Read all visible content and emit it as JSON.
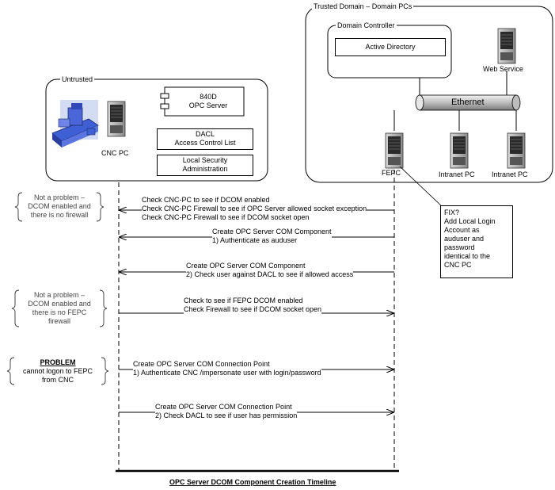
{
  "domains": {
    "trusted_title": "Trusted Domain – Domain PCs",
    "untrusted_title": "Untrusted"
  },
  "trusted": {
    "domain_controller_label": "Domain Controller",
    "active_directory_label": "Active Directory",
    "web_service_label": "Web Service",
    "ethernet_label": "Ethernet",
    "fepc_label": "FEPC",
    "intranet_pc_1_label": "Intranet PC",
    "intranet_pc_2_label": "Intranet PC"
  },
  "untrusted": {
    "cnc_pc_label": "CNC PC",
    "opc_server_label": "840D\nOPC Server",
    "dacl_label": "DACL\nAccess Control List",
    "local_security_label": "Local Security\nAdministration"
  },
  "fix_note": "FIX?\nAdd Local Login\nAccount as\nauduser and\npassword\nidentical to the\nCNC PC",
  "side_notes": [
    {
      "text": "Not a problem –\nDCOM enabled and\nthere is no firewall"
    },
    {
      "text": "Not a problem –\nDCOM enabled and\nthere is no FEPC\nfirewall"
    },
    {
      "heading": "PROBLEM",
      "text": "cannot logon to FEPC\nfrom CNC"
    }
  ],
  "messages": [
    {
      "lines": [
        "Check CNC-PC to see if DCOM enabled",
        "Check  CNC-PC Firewall to see if OPC Server allowed socket exception",
        "Check  CNC-PC Firewall to see if DCOM socket open"
      ],
      "direction": "to_cnc"
    },
    {
      "lines": [
        "Create OPC Server COM Component",
        "1) Authenticate as auduser"
      ],
      "direction": "to_cnc"
    },
    {
      "lines": [
        "Create OPC Server COM Component",
        "2) Check user against DACL to see if allowed access"
      ],
      "direction": "to_cnc"
    },
    {
      "lines": [
        "Check to see if FEPC DCOM enabled",
        "Check Firewall to see if DCOM socket open"
      ],
      "direction": "to_fepc"
    },
    {
      "lines": [
        "Create OPC Server COM Connection Point",
        "1) Authenticate CNC /impersonate user with login/password"
      ],
      "direction": "to_fepc"
    },
    {
      "lines": [
        "Create OPC Server COM Connection Point",
        "2) Check DACL to see if user has permission"
      ],
      "direction": "to_fepc"
    }
  ],
  "timeline_title": "OPC Server DCOM Component Creation Timeline",
  "colors": {
    "ethernet_fill": "#c8c8c8",
    "server_dark": "#2a2a2a",
    "server_light": "#9a9a9a",
    "cnc_blue": "#3f5fd4"
  },
  "icons": [
    "server-icon",
    "cnc-machine-icon",
    "opc-component-icon"
  ]
}
